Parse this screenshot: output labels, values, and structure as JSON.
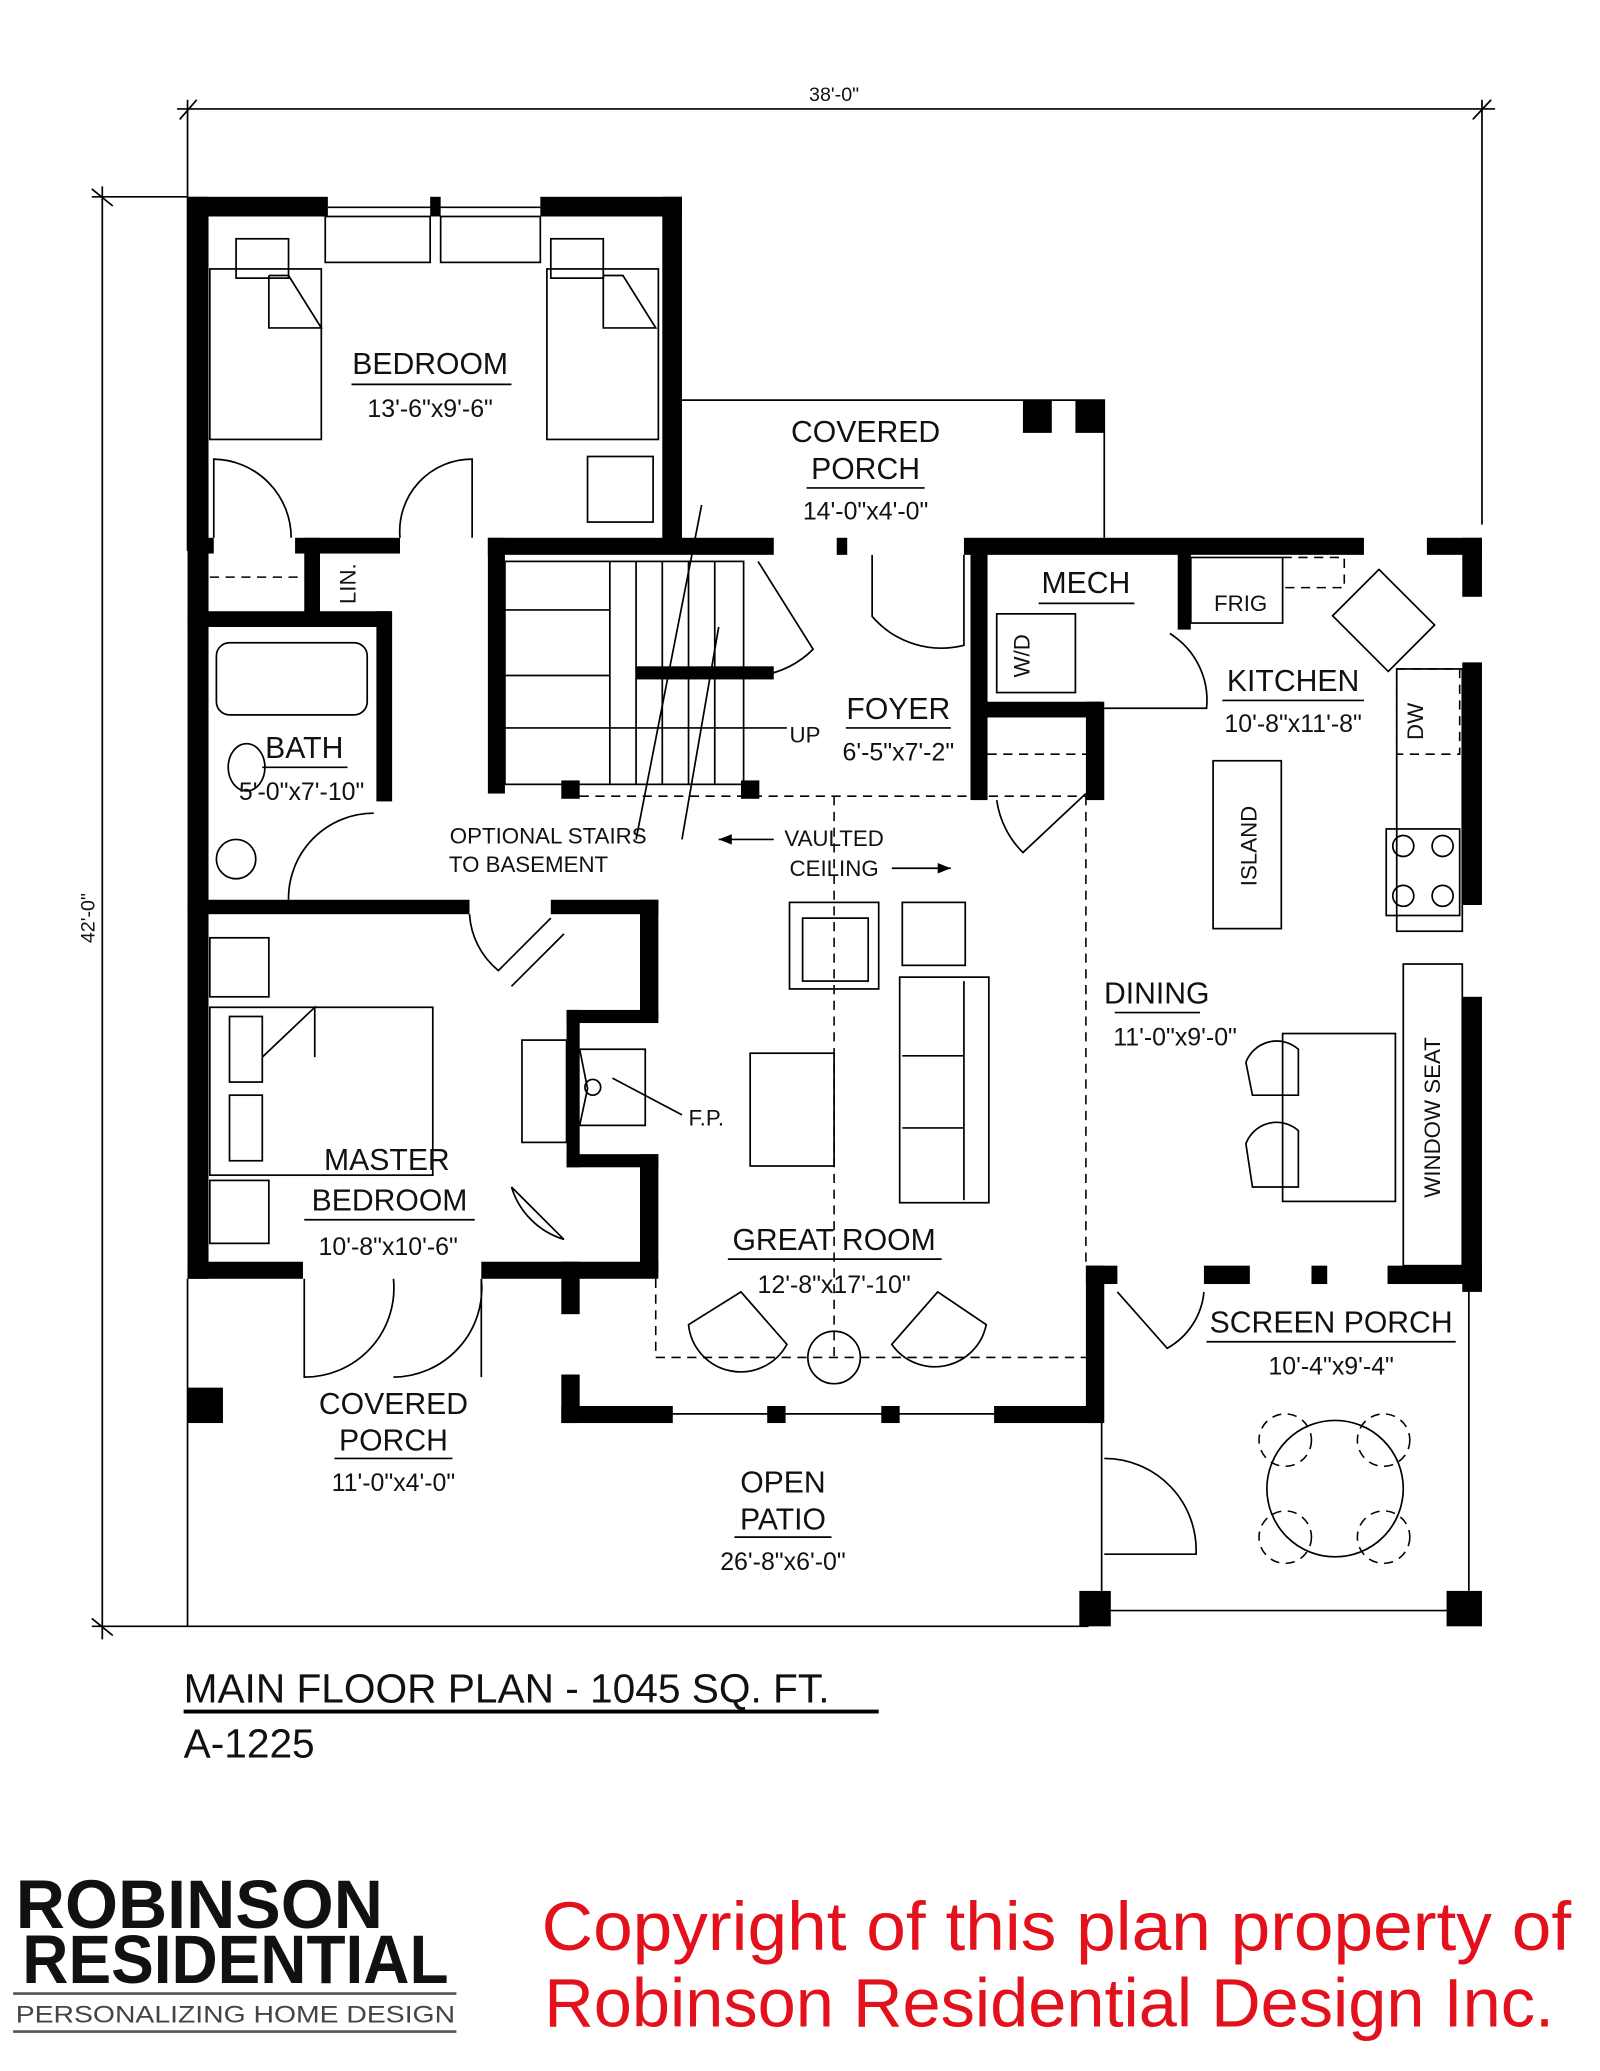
{
  "dimensions": {
    "width": "38'-0\"",
    "depth": "42'-0\""
  },
  "rooms": {
    "bedroom": {
      "name": "BEDROOM",
      "size": "13'-6\"x9'-6\""
    },
    "covered_porch_top": {
      "name1": "COVERED",
      "name2": "PORCH",
      "size": "14'-0\"x4'-0\""
    },
    "mech": {
      "name": "MECH"
    },
    "kitchen": {
      "name": "KITCHEN",
      "size": "10'-8\"x11'-8\""
    },
    "foyer": {
      "name": "FOYER",
      "size": "6'-5\"x7'-2\""
    },
    "bath": {
      "name": "BATH",
      "size": "5'-0\"x7'-10\""
    },
    "dining": {
      "name": "DINING",
      "size": "11'-0\"x9'-0\""
    },
    "master": {
      "name1": "MASTER",
      "name2": "BEDROOM",
      "size": "10'-8\"x10'-6\""
    },
    "great_room": {
      "name": "GREAT ROOM",
      "size": "12'-8\"x17'-10\""
    },
    "screen_porch": {
      "name": "SCREEN PORCH",
      "size": "10'-4\"x9'-4\""
    },
    "covered_porch_bottom": {
      "name1": "COVERED",
      "name2": "PORCH",
      "size": "11'-0\"x4'-0\""
    },
    "open_patio": {
      "name1": "OPEN",
      "name2": "PATIO",
      "size": "26'-8\"x6'-0\""
    }
  },
  "labels": {
    "lin": "LIN.",
    "frig": "FRIG",
    "wd": "W/D",
    "dw": "DW",
    "island": "ISLAND",
    "window_seat": "WINDOW SEAT",
    "up": "UP",
    "fp": "F.P.",
    "stairs1": "OPTIONAL STAIRS",
    "stairs2": "TO BASEMENT",
    "vaulted1": "VAULTED",
    "vaulted2": "CEILING"
  },
  "title": {
    "plan": "MAIN FLOOR PLAN - 1045 SQ. FT.",
    "number": "A-1225"
  },
  "logo": {
    "line1": "ROBINSON",
    "line2": "RESIDENTIAL",
    "tagline": "PERSONALIZING HOME DESIGN"
  },
  "copyright": {
    "line1": "Copyright of this plan property of",
    "line2": "Robinson Residential Design Inc."
  },
  "colors": {
    "copyright": "#e3111b",
    "walls": "#000000"
  }
}
